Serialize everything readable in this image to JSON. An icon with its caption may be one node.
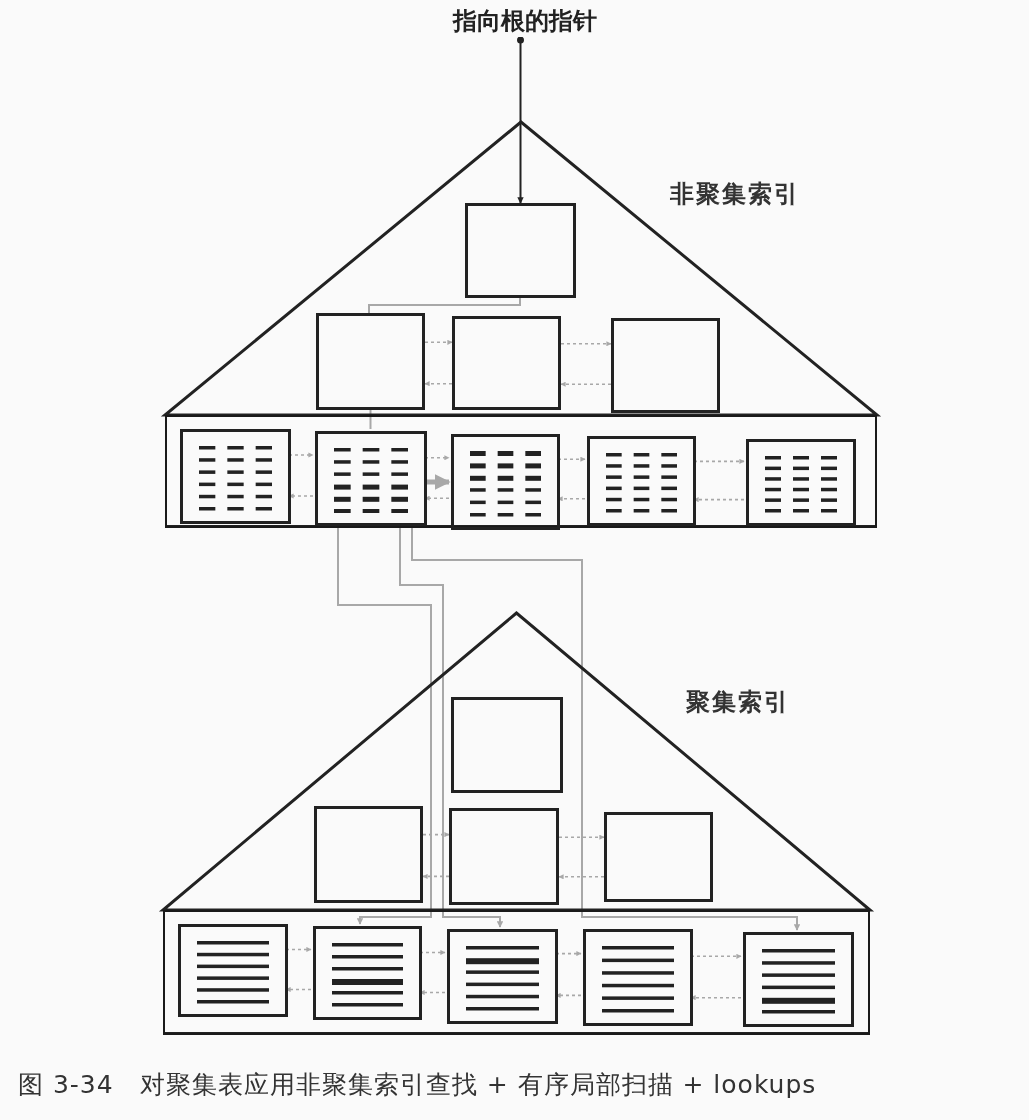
{
  "diagram": {
    "caption": "图 3-34　对聚集表应用非聚集索引查找 + 有序局部扫描 + lookups",
    "nodes": [
      {
        "text": [
          "指向根的指针"
        ]
      },
      {
        "text": [
          "非聚集索引"
        ]
      },
      {
        "text": [],
        "shape": "box",
        "in": 1
      },
      {
        "text": [],
        "shape": "box",
        "in": 1
      },
      {
        "text": [],
        "shape": "box",
        "in": 1
      },
      {
        "text": [],
        "shape": "box",
        "in": 1
      },
      {
        "text": [],
        "shape": "band"
      },
      {
        "text": [],
        "shape": "box",
        "in": 6
      },
      {
        "text": [],
        "shape": "box",
        "in": 6
      },
      {
        "text": [],
        "shape": "box",
        "in": 6
      },
      {
        "text": [],
        "shape": "box",
        "in": 6
      },
      {
        "text": [],
        "shape": "box",
        "in": 6
      },
      {
        "text": [
          "聚集索引"
        ]
      },
      {
        "text": [],
        "shape": "box",
        "in": 12
      },
      {
        "text": [],
        "shape": "box",
        "in": 12
      },
      {
        "text": [],
        "shape": "box",
        "in": 12
      },
      {
        "text": [],
        "shape": "box",
        "in": 12
      },
      {
        "text": [],
        "shape": "band"
      },
      {
        "text": [],
        "shape": "box",
        "in": 17
      },
      {
        "text": [],
        "shape": "box",
        "in": 17
      },
      {
        "text": [],
        "shape": "box",
        "in": 17
      },
      {
        "text": [],
        "shape": "box",
        "in": 17
      },
      {
        "text": [],
        "shape": "box",
        "in": 17
      }
    ],
    "edges": [
      {
        "from": 0,
        "to": 2,
        "arrow": "to",
        "color": "#222222"
      },
      {
        "from": 2,
        "to": 3,
        "arrow": "none"
      },
      {
        "from": 3,
        "to": 8,
        "arrow": "none"
      },
      {
        "from": 8,
        "to": 9,
        "arrow": "to",
        "style": "thick"
      },
      {
        "from": 3,
        "to": 4,
        "arrow": "to",
        "style": "dashed"
      },
      {
        "from": 4,
        "to": 3,
        "arrow": "to",
        "style": "dashed"
      },
      {
        "from": 4,
        "to": 5,
        "arrow": "to",
        "style": "dashed"
      },
      {
        "from": 5,
        "to": 4,
        "arrow": "to",
        "style": "dashed"
      },
      {
        "from": 7,
        "to": 8,
        "arrow": "to",
        "style": "dashed"
      },
      {
        "from": 8,
        "to": 7,
        "arrow": "to",
        "style": "dashed"
      },
      {
        "from": 8,
        "to": 9,
        "arrow": "to",
        "style": "dashed"
      },
      {
        "from": 9,
        "to": 8,
        "arrow": "to",
        "style": "dashed"
      },
      {
        "from": 9,
        "to": 10,
        "arrow": "to",
        "style": "dashed"
      },
      {
        "from": 10,
        "to": 9,
        "arrow": "to",
        "style": "dashed"
      },
      {
        "from": 10,
        "to": 11,
        "arrow": "to",
        "style": "dashed"
      },
      {
        "from": 11,
        "to": 10,
        "arrow": "to",
        "style": "dashed"
      },
      {
        "from": 8,
        "to": 19,
        "arrow": "to"
      },
      {
        "from": 8,
        "to": 20,
        "arrow": "to"
      },
      {
        "from": 8,
        "to": 22,
        "arrow": "to"
      },
      {
        "from": 14,
        "to": 15,
        "arrow": "to",
        "style": "dashed"
      },
      {
        "from": 15,
        "to": 14,
        "arrow": "to",
        "style": "dashed"
      },
      {
        "from": 15,
        "to": 16,
        "arrow": "to",
        "style": "dashed"
      },
      {
        "from": 16,
        "to": 15,
        "arrow": "to",
        "style": "dashed"
      },
      {
        "from": 18,
        "to": 19,
        "arrow": "to",
        "style": "dashed"
      },
      {
        "from": 19,
        "to": 18,
        "arrow": "to",
        "style": "dashed"
      },
      {
        "from": 19,
        "to": 20,
        "arrow": "to",
        "style": "dashed"
      },
      {
        "from": 20,
        "to": 19,
        "arrow": "to",
        "style": "dashed"
      },
      {
        "from": 20,
        "to": 21,
        "arrow": "to",
        "style": "dashed"
      },
      {
        "from": 21,
        "to": 20,
        "arrow": "to",
        "style": "dashed"
      },
      {
        "from": 21,
        "to": 22,
        "arrow": "to",
        "style": "dashed"
      },
      {
        "from": 22,
        "to": 21,
        "arrow": "to",
        "style": "dashed"
      }
    ]
  }
}
